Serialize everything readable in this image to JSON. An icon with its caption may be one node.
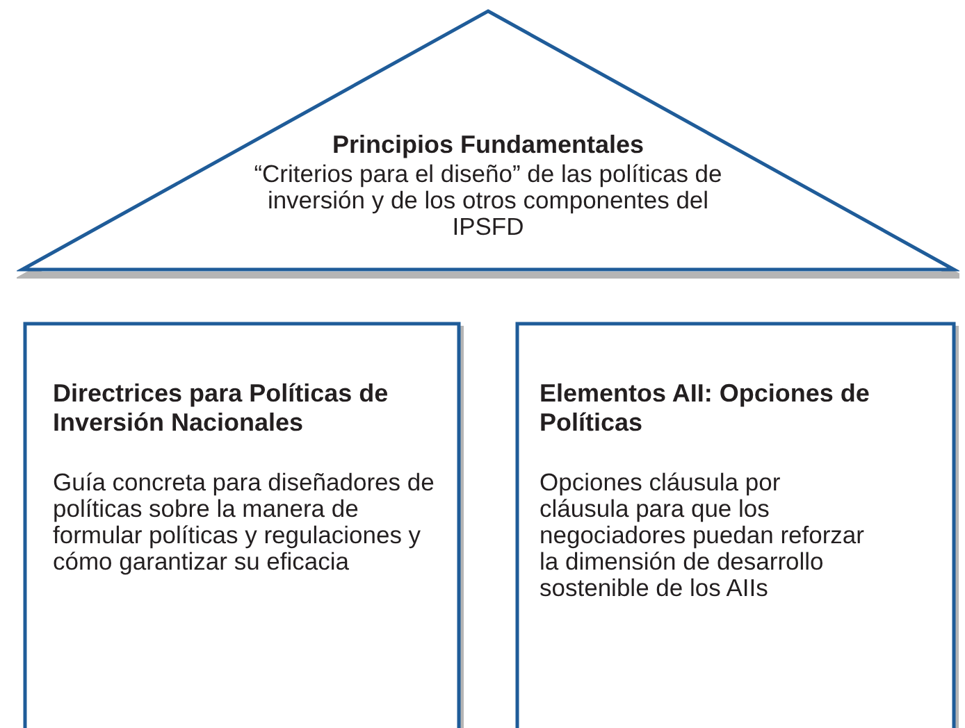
{
  "diagram": {
    "nodes": [
      {
        "text": [
          "Principios Fundamentales",
          "“Criterios para el diseño” de las políticas de inversión y de los otros componentes del IPSFD"
        ]
      },
      {
        "text": [
          "Directrices para Políticas de Inversión Nacionales",
          "Guía concreta para diseñadores de políticas sobre la manera de formular políticas y regulaciones y cómo garantizar su eficacia"
        ]
      },
      {
        "text": [
          "Elementos AII: Opciones de Políticas",
          "Opciones cláusula por cláusula para que los negociadores puedan reforzar la dimensión de desarrollo sostenible de los AIIs"
        ]
      }
    ],
    "edges": []
  }
}
